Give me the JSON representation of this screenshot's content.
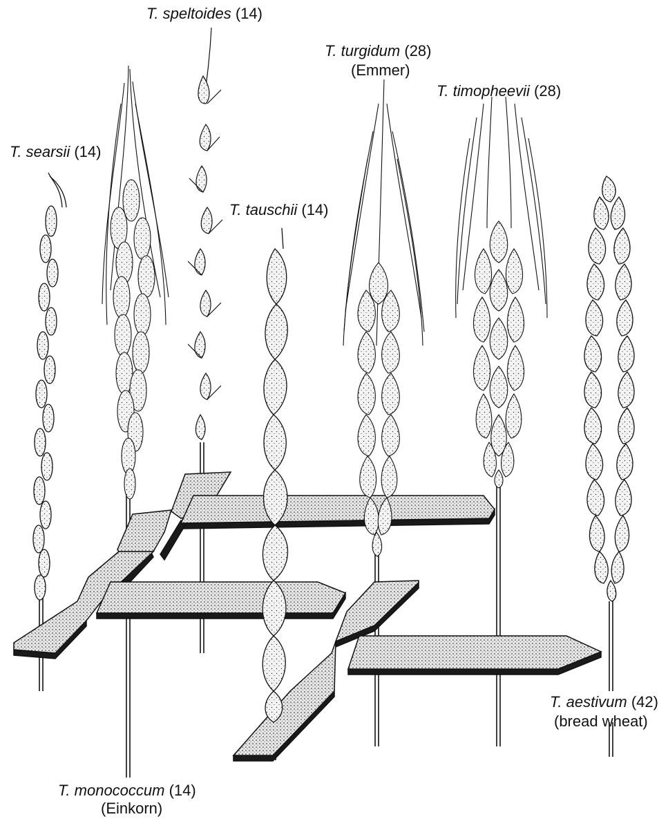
{
  "figure": {
    "species": [
      {
        "key": "speltoides",
        "name": "T. speltoides",
        "chromosomes": "(14)",
        "common": ""
      },
      {
        "key": "turgidum",
        "name": "T. turgidum",
        "chromosomes": "(28)",
        "common": "(Emmer)"
      },
      {
        "key": "timopheevii",
        "name": "T. timopheevii",
        "chromosomes": "(28)",
        "common": ""
      },
      {
        "key": "searsii",
        "name": "T. searsii",
        "chromosomes": "(14)",
        "common": ""
      },
      {
        "key": "tauschii",
        "name": "T. tauschii",
        "chromosomes": "(14)",
        "common": ""
      },
      {
        "key": "aestivum",
        "name": "T. aestivum",
        "chromosomes": "(42)",
        "common": "(bread wheat)"
      },
      {
        "key": "monococcum",
        "name": "T. monococcum",
        "chromosomes": "(14)",
        "common": "(Einkorn)"
      }
    ],
    "colors": {
      "ink": "#111111",
      "panel_fill": "#c9c9c9",
      "panel_shadow": "#1a1a1a",
      "spikelet_fill": "#f2f2f2"
    }
  }
}
